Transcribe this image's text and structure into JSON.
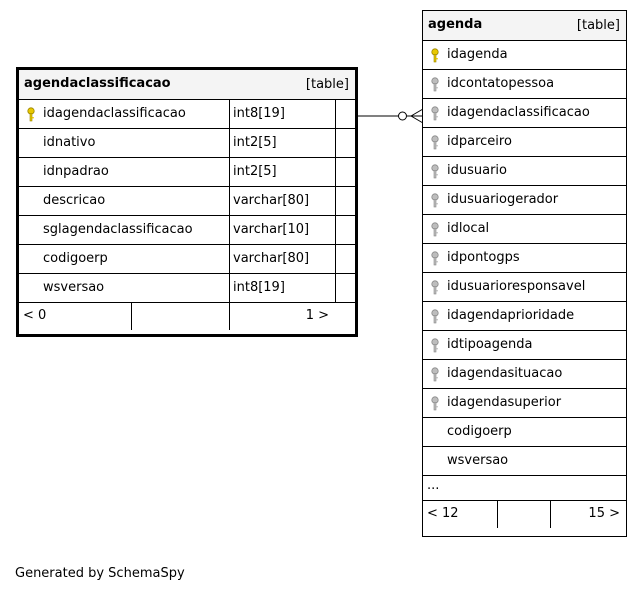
{
  "tables": {
    "agendaclassificacao": {
      "name": "agendaclassificacao",
      "kind": "[table]",
      "columns": [
        {
          "name": "idagendaclassificacao",
          "type": "int8[19]",
          "key": "primary"
        },
        {
          "name": "idnativo",
          "type": "int2[5]",
          "key": "none"
        },
        {
          "name": "idnpadrao",
          "type": "int2[5]",
          "key": "none"
        },
        {
          "name": "descricao",
          "type": "varchar[80]",
          "key": "none"
        },
        {
          "name": "sglagendaclassificacao",
          "type": "varchar[10]",
          "key": "none"
        },
        {
          "name": "codigoerp",
          "type": "varchar[80]",
          "key": "none"
        },
        {
          "name": "wsversao",
          "type": "int8[19]",
          "key": "none"
        }
      ],
      "footer": {
        "left": "< 0",
        "right": "1 >"
      }
    },
    "agenda": {
      "name": "agenda",
      "kind": "[table]",
      "columns": [
        {
          "name": "idagenda",
          "key": "primary"
        },
        {
          "name": "idcontatopessoa",
          "key": "foreign"
        },
        {
          "name": "idagendaclassificacao",
          "key": "foreign"
        },
        {
          "name": "idparceiro",
          "key": "foreign"
        },
        {
          "name": "idusuario",
          "key": "foreign"
        },
        {
          "name": "idusuariogerador",
          "key": "foreign"
        },
        {
          "name": "idlocal",
          "key": "foreign"
        },
        {
          "name": "idpontogps",
          "key": "foreign"
        },
        {
          "name": "idusuarioresponsavel",
          "key": "foreign"
        },
        {
          "name": "idagendaprioridade",
          "key": "foreign"
        },
        {
          "name": "idtipoagenda",
          "key": "foreign"
        },
        {
          "name": "idagendasituacao",
          "key": "foreign"
        },
        {
          "name": "idagendasuperior",
          "key": "foreign"
        },
        {
          "name": "codigoerp",
          "key": "none"
        },
        {
          "name": "wsversao",
          "key": "none"
        }
      ],
      "ellipsis": "...",
      "footer": {
        "left": "< 12",
        "right": "15 >"
      }
    }
  },
  "colors": {
    "primary_key": "#e8c800",
    "foreign_key": "#bdbdbd",
    "header_bg": "#f4f4f4"
  },
  "generated_by": "Generated by SchemaSpy"
}
